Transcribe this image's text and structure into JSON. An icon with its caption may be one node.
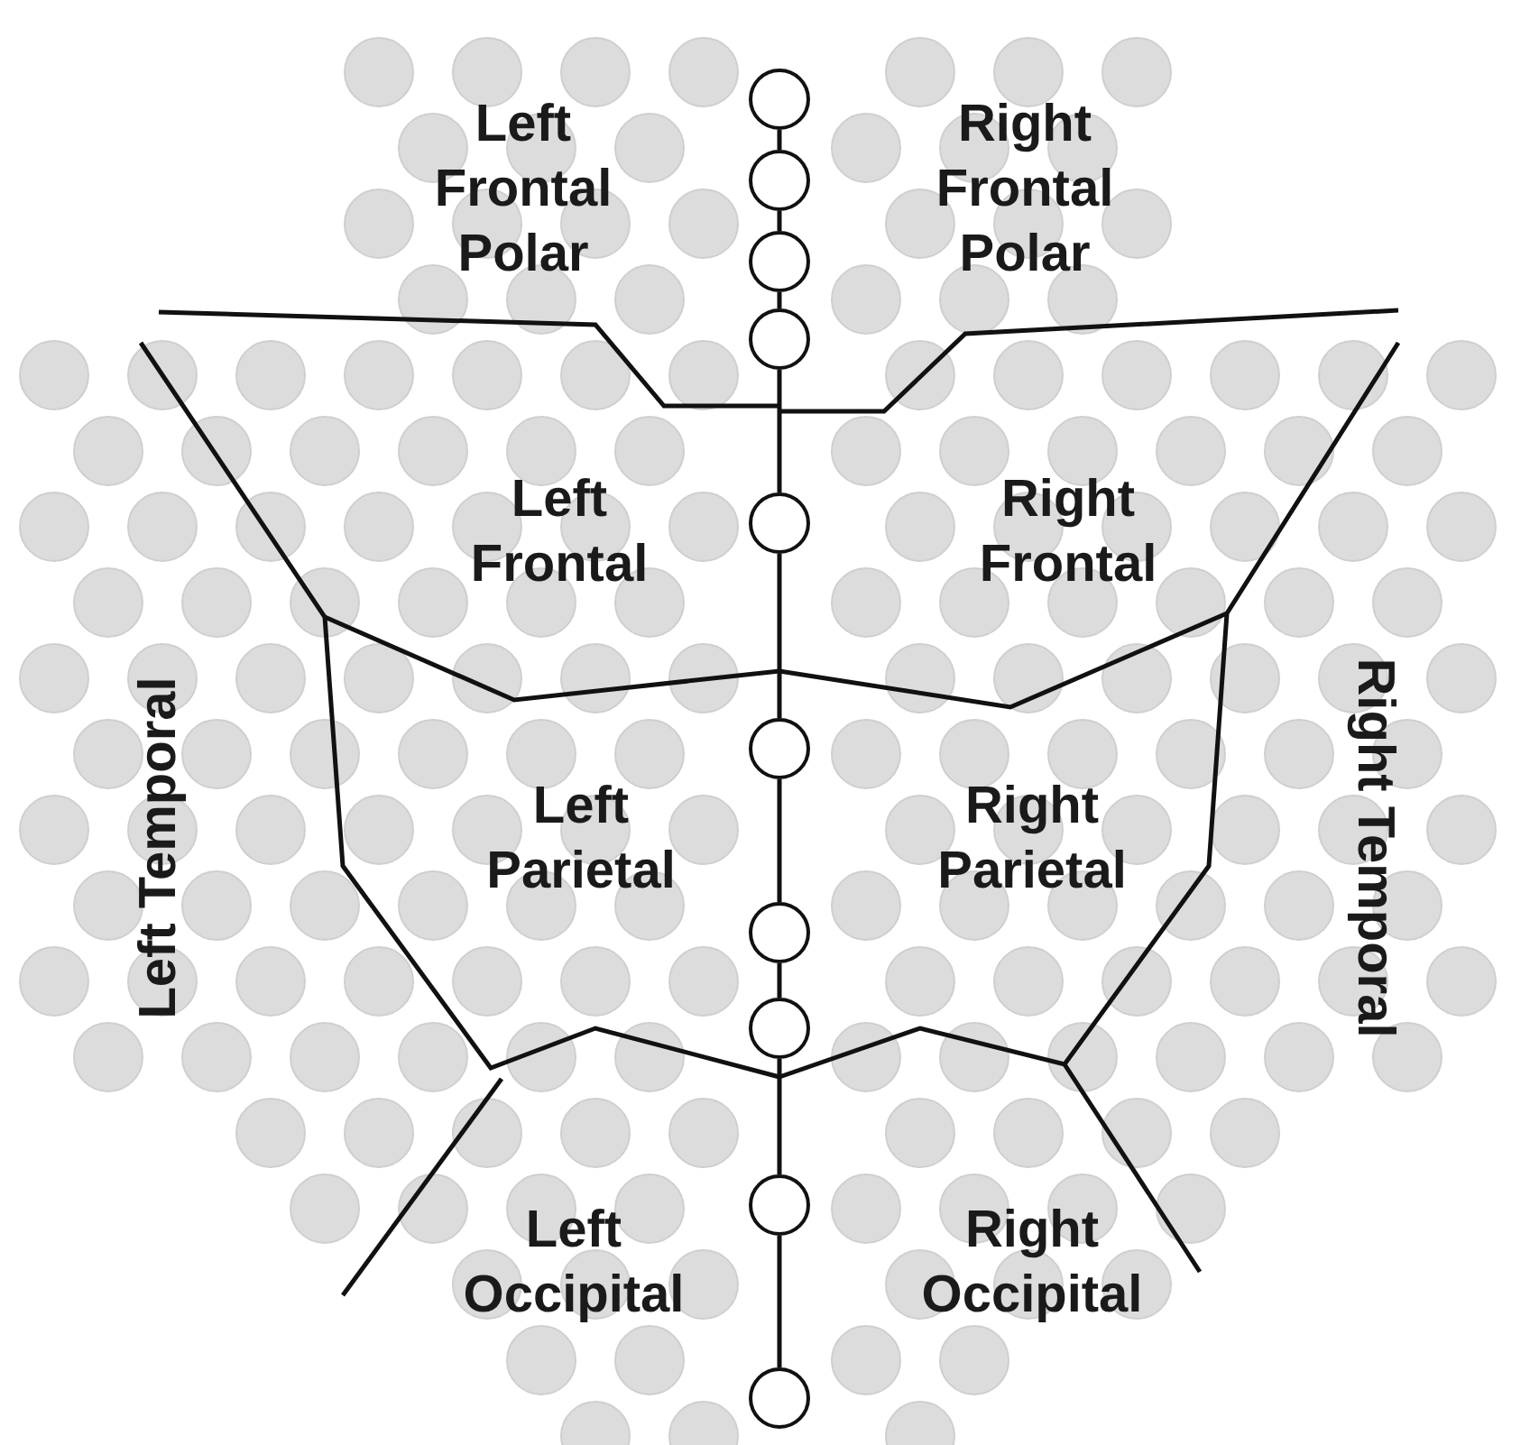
{
  "diagram": {
    "nodes": [
      {
        "text": [],
        "shape": "circle"
      },
      {
        "text": [],
        "shape": "circle"
      },
      {
        "text": [],
        "shape": "circle"
      },
      {
        "text": [],
        "shape": "circle"
      },
      {
        "text": [],
        "shape": "circle"
      },
      {
        "text": [],
        "shape": "circle"
      },
      {
        "text": [],
        "shape": "circle"
      },
      {
        "text": [],
        "shape": "circle"
      },
      {
        "text": [],
        "shape": "circle"
      },
      {
        "text": [],
        "shape": "circle"
      }
    ],
    "edges": [
      {
        "from": 0,
        "to": 1,
        "arrow": "none"
      },
      {
        "from": 1,
        "to": 2,
        "arrow": "none"
      },
      {
        "from": 2,
        "to": 3,
        "arrow": "none"
      },
      {
        "from": 3,
        "to": 4,
        "arrow": "none"
      },
      {
        "from": 4,
        "to": 5,
        "arrow": "none"
      },
      {
        "from": 5,
        "to": 6,
        "arrow": "none"
      },
      {
        "from": 6,
        "to": 7,
        "arrow": "none"
      },
      {
        "from": 7,
        "to": 8,
        "arrow": "none"
      },
      {
        "from": 8,
        "to": 9,
        "arrow": "none"
      }
    ],
    "labels": [
      "Left Frontal Polar",
      "Right Frontal Polar",
      "Left Frontal",
      "Right Frontal",
      "Left Temporal",
      "Right Temporal",
      "Left Parietal",
      "Right Parietal",
      "Left Occipital",
      "Right Occipital"
    ]
  }
}
